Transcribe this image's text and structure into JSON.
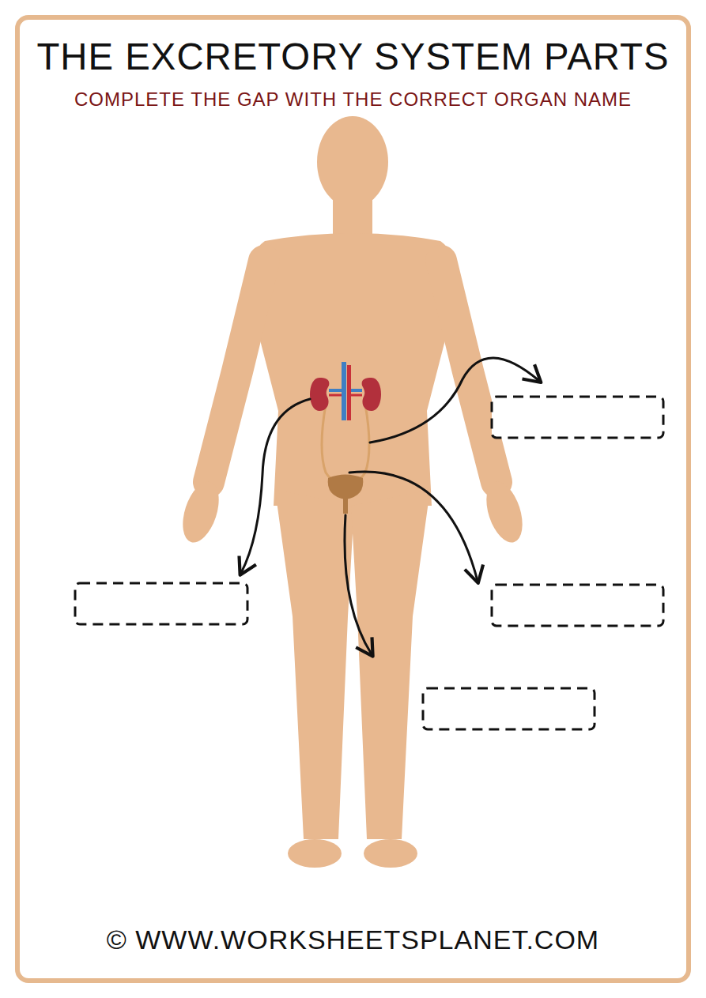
{
  "diagram": {
    "title": "THE EXCRETORY SYSTEM PARTS",
    "labels": [
      "COMPLETE THE GAP WITH THE CORRECT ORGAN NAME",
      "© WWW.WORKSHEETSPLANET.COM"
    ]
  }
}
